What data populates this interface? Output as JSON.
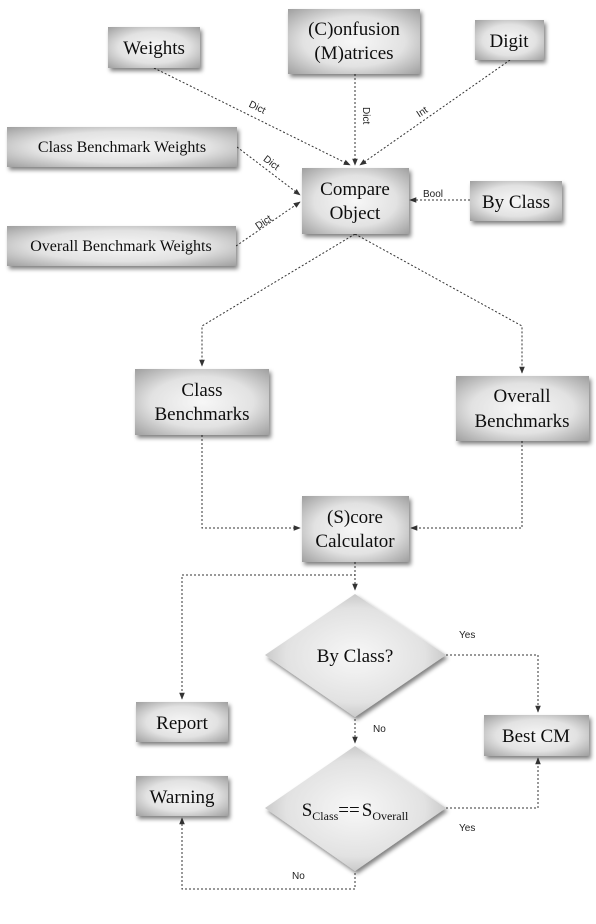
{
  "nodes": {
    "weights": "Weights",
    "cm_line1": "(C)onfusion",
    "cm_line2": "(M)atrices",
    "digit": "Digit",
    "class_bench_weights": "Class Benchmark Weights",
    "overall_bench_weights": "Overall Benchmark Weights",
    "compare_line1": "Compare",
    "compare_line2": "Object",
    "by_class": "By Class",
    "class_bench_line1": "Class",
    "class_bench_line2": "Benchmarks",
    "overall_bench_line1": "Overall",
    "overall_bench_line2": "Benchmarks",
    "score_line1": "(S)core",
    "score_line2": "Calculator",
    "by_class_q": "By Class?",
    "report": "Report",
    "best_cm": "Best CM",
    "warning": "Warning",
    "cond_s1": "S",
    "cond_sub1": "Class",
    "cond_eq": "==",
    "cond_s2": "S",
    "cond_sub2": "Overall"
  },
  "edge_labels": {
    "weights_dict": "Dict",
    "cm_dict": "Dict",
    "digit_int": "Int",
    "class_weights_dict": "Dict",
    "overall_weights_dict": "Dict",
    "by_class_bool": "Bool",
    "yes_1": "Yes",
    "no_1": "No",
    "yes_2": "Yes",
    "no_2": "No"
  },
  "colors": {
    "box_fill_center": "#f4f4f4",
    "box_fill_edge": "#a8a8a8",
    "line": "#333333"
  }
}
